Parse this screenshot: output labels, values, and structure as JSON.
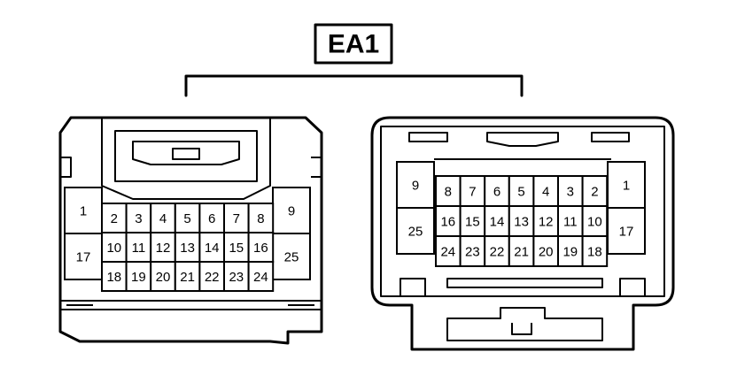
{
  "connector_id": "EA1",
  "left_connector": {
    "side_left": [
      "1",
      "17"
    ],
    "side_right": [
      "9",
      "25"
    ],
    "rows": [
      [
        "2",
        "3",
        "4",
        "5",
        "6",
        "7",
        "8"
      ],
      [
        "10",
        "11",
        "12",
        "13",
        "14",
        "15",
        "16"
      ],
      [
        "18",
        "19",
        "20",
        "21",
        "22",
        "23",
        "24"
      ]
    ]
  },
  "right_connector": {
    "side_left": [
      "9",
      "25"
    ],
    "side_right": [
      "1",
      "17"
    ],
    "rows": [
      [
        "8",
        "7",
        "6",
        "5",
        "4",
        "3",
        "2"
      ],
      [
        "16",
        "15",
        "14",
        "13",
        "12",
        "11",
        "10"
      ],
      [
        "24",
        "23",
        "22",
        "21",
        "20",
        "19",
        "18"
      ]
    ]
  }
}
